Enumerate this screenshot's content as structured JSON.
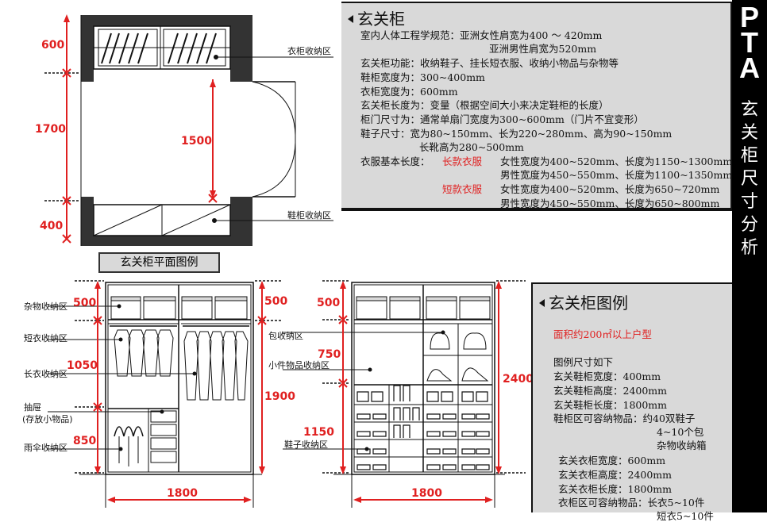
{
  "sidebar": {
    "brand": [
      "P",
      "T",
      "A"
    ],
    "vertical_title": [
      "玄",
      "关",
      "柜",
      "尺",
      "寸",
      "分",
      "析"
    ]
  },
  "plan": {
    "dims": {
      "top": "600",
      "middle_total": "1700",
      "door": "1500",
      "bottom": "400"
    },
    "labels": {
      "wardrobe": "衣柜收纳区",
      "shoe": "鞋柜收纳区"
    },
    "caption": "玄关柜平面图例"
  },
  "elevation_left": {
    "labels": {
      "misc": "杂物收纳区",
      "short": "短衣收纳区",
      "long": "长衣收纳区",
      "drawer": "抽屉",
      "drawer_note": "(存放小物品)",
      "umbrella": "雨伞收纳区"
    },
    "dims": {
      "misc": "500",
      "long": "1050",
      "umbrella": "850",
      "right_top": "500",
      "right_hang": "1900",
      "width": "1800"
    }
  },
  "elevation_right": {
    "labels": {
      "bag": "包收纳区",
      "small": "小件物品收纳区",
      "shoes": "鞋子收纳区"
    },
    "dims": {
      "top": "500",
      "bag": "750",
      "shoes": "1150",
      "height": "2400",
      "width": "1800"
    }
  },
  "spec_panel": {
    "title": "玄关柜",
    "lines": [
      "室内人体工程学规范：亚洲女性肩宽为400 ～ 420mm",
      "亚洲男性肩宽为520mm",
      "玄关柜功能：收纳鞋子、挂长短衣服、收纳小物品与杂物等",
      "鞋柜宽度为：300~400mm",
      "衣柜宽度为：600mm",
      "玄关柜长度为：变量（根据空间大小来决定鞋柜的长度）",
      "柜门尺寸为：通常单扇门宽度为300~600mm（门片不宜变形）",
      "鞋子尺寸：宽为80~150mm、长为220~280mm、高为90~150mm",
      "长靴高为280~500mm"
    ],
    "clothes_label": "衣服基本长度：",
    "long_label": "长款衣服",
    "long_female": "女性宽度为400~520mm、长度为1150~1300mm",
    "long_male": "男性宽度为450~550mm、长度为1100~1350mm",
    "short_label": "短款衣服",
    "short_female": "女性宽度为400~520mm、长度为650~720mm",
    "short_male": "男性宽度为450~550mm、长度为650~800mm"
  },
  "legend_panel": {
    "title": "玄关柜图例",
    "area": "面积约200㎡以上户型",
    "lines": [
      "图例尺寸如下",
      "玄关鞋柜宽度：400mm",
      "玄关鞋柜高度：2400mm",
      "玄关鞋柜长度：1800mm",
      "鞋柜区可容纳物品：约40双鞋子",
      "4~10个包",
      "杂物收纳箱",
      "玄关衣柜宽度：600mm",
      "玄关衣柜高度：2400mm",
      "玄关衣柜长度：1800mm",
      "衣柜区可容纳物品：长衣5~10件",
      "短衣5~10件"
    ]
  }
}
